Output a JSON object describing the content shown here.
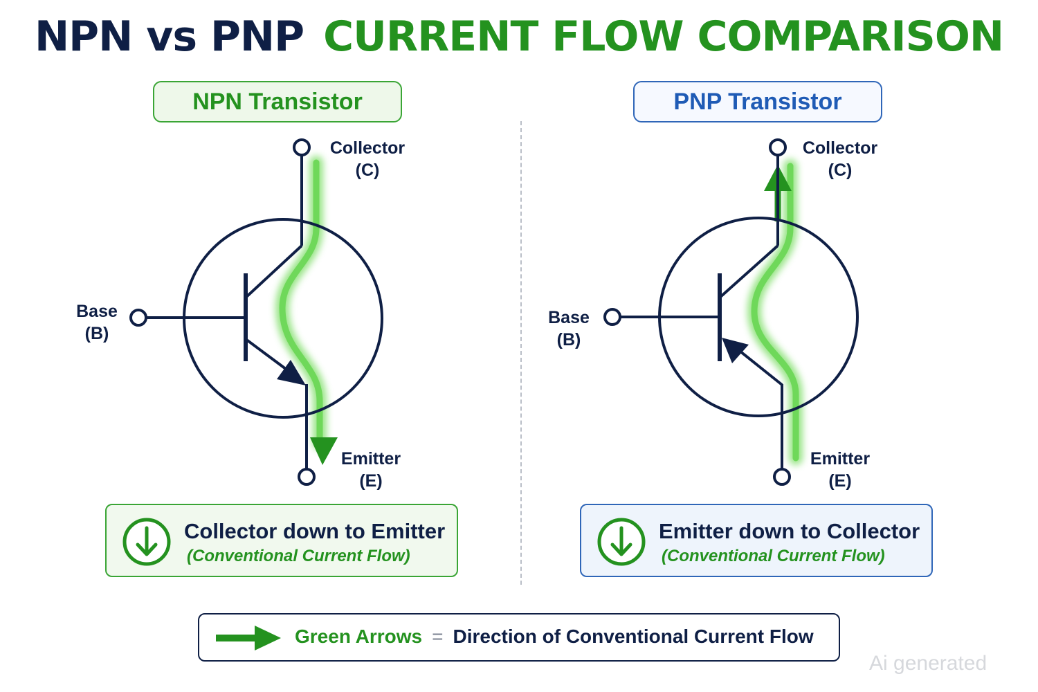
{
  "title": {
    "part1": "NPN vs PNP",
    "part2": "CURRENT FLOW COMPARISON"
  },
  "npn": {
    "heading": "NPN Transistor",
    "collector_label": "Collector",
    "collector_abbr": "(C)",
    "base_label": "Base",
    "base_abbr": "(B)",
    "emitter_label": "Emitter",
    "emitter_abbr": "(E)",
    "flow_main": "Collector down to Emitter",
    "flow_sub": "(Conventional Current Flow)"
  },
  "pnp": {
    "heading": "PNP Transistor",
    "collector_label": "Collector",
    "collector_abbr": "(C)",
    "base_label": "Base",
    "base_abbr": "(B)",
    "emitter_label": "Emitter",
    "emitter_abbr": "(E)",
    "flow_main": "Emitter down to Collector",
    "flow_sub": "(Conventional Current Flow)"
  },
  "legend": {
    "term": "Green Arrows",
    "equals": "=",
    "meaning": "Direction of Conventional Current Flow"
  },
  "watermark": "Ai generated",
  "colors": {
    "navy": "#0f1f45",
    "green": "#24921f",
    "glow": "#8ee27a",
    "blue": "#1f5bb5"
  },
  "icons": {
    "flow_icon": "circle-arrow-down-icon",
    "legend_icon": "arrow-right-icon"
  }
}
